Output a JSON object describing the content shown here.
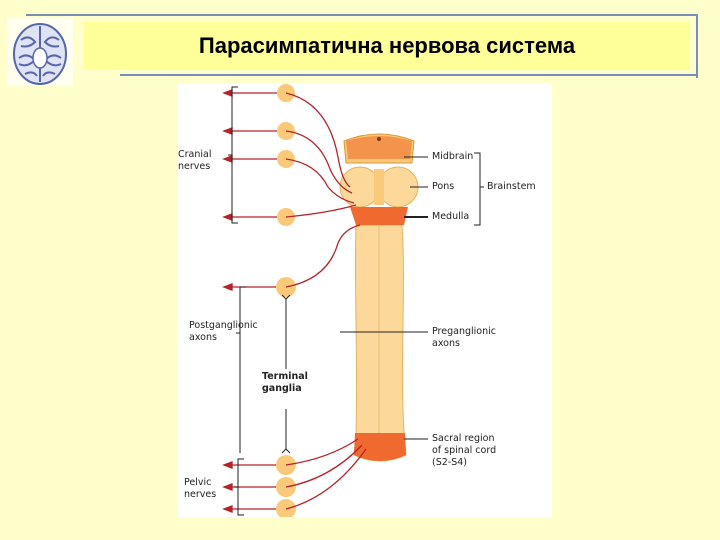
{
  "slide": {
    "title": "Парасимпатична нервова система",
    "logo_icon": "brain-logo-icon"
  },
  "diagram": {
    "labels": {
      "cranial_nerves": [
        "Cranial",
        "nerves"
      ],
      "postganglionic_axons": [
        "Postganglionic",
        "axons"
      ],
      "terminal_ganglia": [
        "Terminal",
        "ganglia"
      ],
      "pelvic_nerves": [
        "Pelvic",
        "nerves"
      ],
      "midbrain": "Midbrain",
      "pons": "Pons",
      "medulla": "Medulla",
      "brainstem": "Brainstem",
      "preganglionic_axons": [
        "Preganglionic",
        "axons"
      ],
      "sacral_region": [
        "Sacral region",
        "of spinal cord",
        "(S2-S4)"
      ]
    },
    "colors": {
      "cord": "#fcd99a",
      "cord_highlight": "#f06a30",
      "nerve": "#b5232b",
      "ganglion": "#fbc97a",
      "slide_bg": "#ffffcc",
      "title_bg": "#ffff99",
      "frame": "#7a8fb8"
    }
  }
}
